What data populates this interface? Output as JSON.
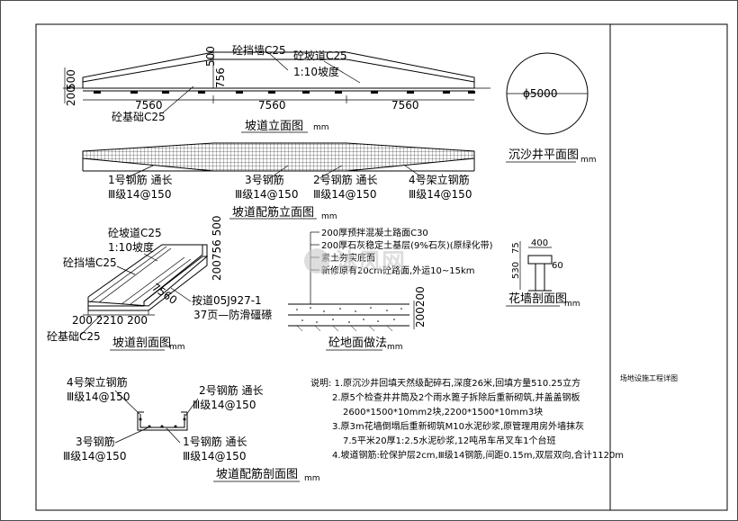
{
  "elevation": {
    "label_retaining_wall": "砼挡墙C25",
    "label_ramp": "砼坡道C25",
    "label_slope": "1:10坡度",
    "label_foundation": "砼基础C25",
    "dim_500_top": "500",
    "dim_756": "756",
    "dim_500_left": "500",
    "dim_200_left": "200",
    "span_left": "7560",
    "span_mid": "7560",
    "span_right": "7560",
    "title": "坡道立面图",
    "unit": "mm"
  },
  "well": {
    "diameter": "ϕ5000",
    "title": "沉沙井平面图",
    "unit": "mm"
  },
  "rebar_elev": {
    "labels": [
      {
        "name": "1号钢筋  通长",
        "spec": "Ⅲ级14@150"
      },
      {
        "name": "3号钢筋",
        "spec": "Ⅲ级14@150"
      },
      {
        "name": "2号钢筋  通长",
        "spec": "Ⅲ级14@150"
      },
      {
        "name": "4号架立钢筋",
        "spec": "Ⅲ级14@150"
      }
    ],
    "title": "坡道配筋立面图",
    "unit": "mm"
  },
  "section": {
    "label_ramp": "砼坡道C25",
    "label_slope": "1:10坡度",
    "label_wall": "砼挡墙C25",
    "dim_right": "200756 500",
    "dim_7560": "7560",
    "ref": "按道05J927-1",
    "ref2": "37页—防滑礓礤",
    "dim_bottom": "200  2210  200",
    "label_foundation": "砼基础C25",
    "title": "坡道剖面图",
    "unit": "mm"
  },
  "paving": {
    "line1": "200厚预拌混凝土路面C30",
    "line2": "200厚石灰稳定土基层(9%石灰)(原绿化带)",
    "line3": "素土夯实底面",
    "line4": "新修原有20cm砼路面,外运10~15km",
    "dim": "200200",
    "title": "砼地面做法",
    "unit": "mm"
  },
  "fence": {
    "top": "400",
    "left_upper": "75",
    "left_lower": "530",
    "right": "60",
    "title": "花墙剖面图",
    "unit": "mm"
  },
  "rebar_section": {
    "label_tl": "4号架立钢筋",
    "spec_tl": "Ⅲ级14@150",
    "label_tr": "2号钢筋  通长",
    "spec_tr": "Ⅲ级14@150",
    "label_bl": "3号钢筋",
    "spec_bl": "Ⅲ级14@150",
    "label_br": "1号钢筋  通长",
    "spec_br": "Ⅲ级14@150",
    "title": "坡道配筋剖面图",
    "unit": "mm"
  },
  "notes": {
    "lines": [
      "说明: 1.原沉沙井回填天然级配碎石,深度26米,回填方量510.25立方",
      "2.原5个检查井井筒及2个雨水篦子拆除后重新砌筑,并盖盖钢板",
      "2600*1500*10mm2块,2200*1500*10mm3块",
      "3.原3m花墙倒塌后重新砌筑M10水泥砂浆,原管理用房外墙抹灰",
      "7.5平米20厚1:2.5水泥砂浆,12吨吊车吊叉车1个台班",
      "4.坡道钢筋:砼保护层2cm,Ⅲ级14钢筋,间距0.15m,双层双向,合计1120m"
    ]
  },
  "title_block": {
    "text": "场地设施工程详图"
  },
  "watermark": {
    "text": "沐风网"
  }
}
